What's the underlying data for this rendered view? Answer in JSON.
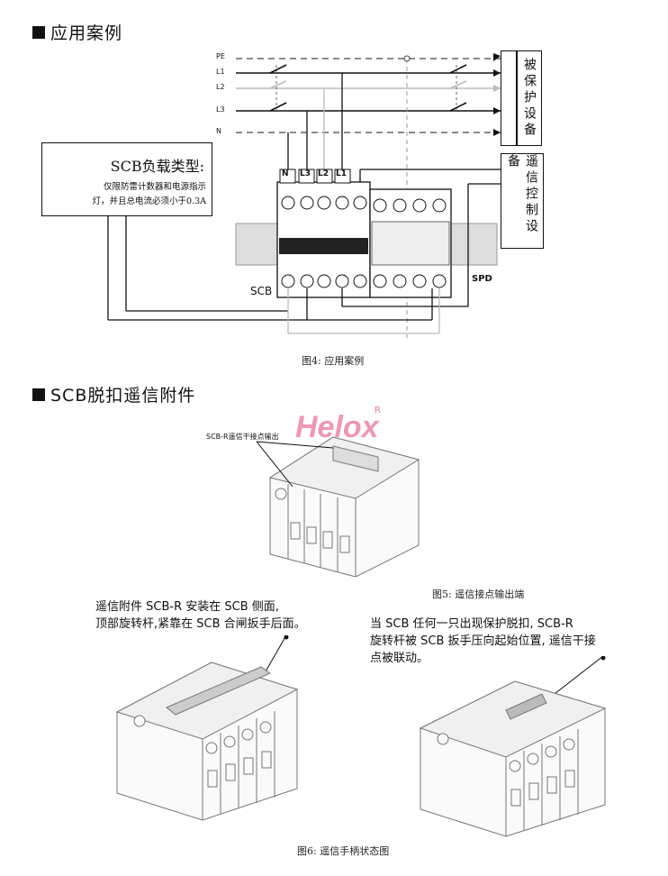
{
  "section1": {
    "title": "应用案例"
  },
  "fig4": {
    "lines": [
      "PE",
      "L1",
      "L2",
      "L3",
      "N"
    ],
    "protected_device": "被保护设备",
    "remote_device": "遥信控制设备",
    "scb_load_title": "SCB负载类型:",
    "scb_load_desc_line1": "仅限防雷计数器和电源指示",
    "scb_load_desc_line2": "灯，并且总电流必须小于0.3A",
    "terminal_labels": [
      "N",
      "L3",
      "L2",
      "L1"
    ],
    "scb_label": "SCB",
    "spd_label": "SPD",
    "caption": "图4: 应用案例"
  },
  "section2": {
    "title": "SCB脱扣遥信附件"
  },
  "fig5": {
    "callout": "SCB-R遥信干接点输出",
    "logo_text": "Helox",
    "logo_mark": "R",
    "caption": "图5: 遥信接点输出端"
  },
  "notes": {
    "left_line1": "遥信附件 SCB-R 安装在 SCB 侧面,",
    "left_line2": "顶部旋转杆,紧靠在 SCB 合闸扳手后面。",
    "right_line1": "当 SCB 任何一只出现保护脱扣, SCB-R",
    "right_line2": "旋转杆被 SCB 扳手压向起始位置, 遥信干接",
    "right_line3": "点被联动。"
  },
  "fig6": {
    "caption": "图6: 遥信手柄状态图"
  }
}
